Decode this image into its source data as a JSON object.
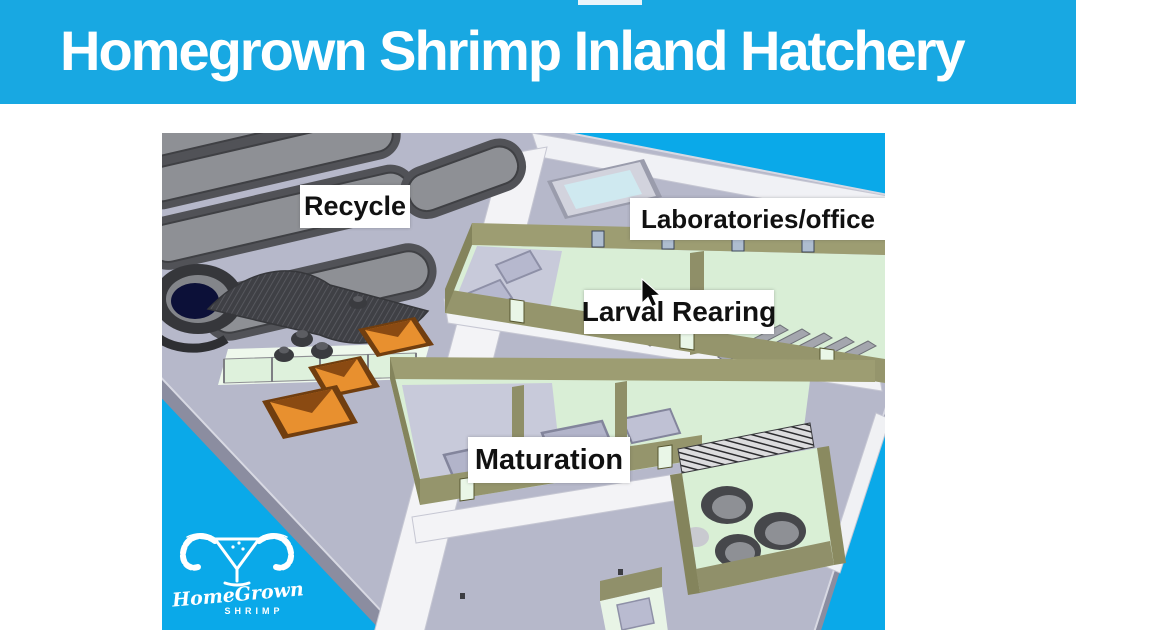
{
  "slide": {
    "title": "Homegrown Shrimp Inland Hatchery"
  },
  "facility_labels": {
    "recycle": "Recycle",
    "labs_office": "Laboratories/office",
    "larval_rearing": "Larval Rearing",
    "maturation": "Maturation"
  },
  "logo": {
    "name": "HomeGrown",
    "subtitle": "SHRIMP"
  },
  "colors": {
    "header_blue": "#18a8e2",
    "sky_blue": "#0aa9e9",
    "platform": "#b6b8ca",
    "platform_side": "#8b8da0",
    "walkway": "#f3f3f6",
    "wall_olive": "#95956c",
    "wall_olive_dark": "#84845c",
    "wall_olive_back": "#9d9d72",
    "floor_green": "#d9eed6",
    "room_lavender": "#c8cada",
    "tank_rim": "#515257",
    "tank_inner": "#8e9095",
    "round_tank_water": "#0c1038",
    "pit_orange": "#e8902f",
    "pit_brown": "#713e0f",
    "basin_water": "#cfe9f0",
    "label_bg": "#ffffff",
    "label_text": "#111111"
  }
}
